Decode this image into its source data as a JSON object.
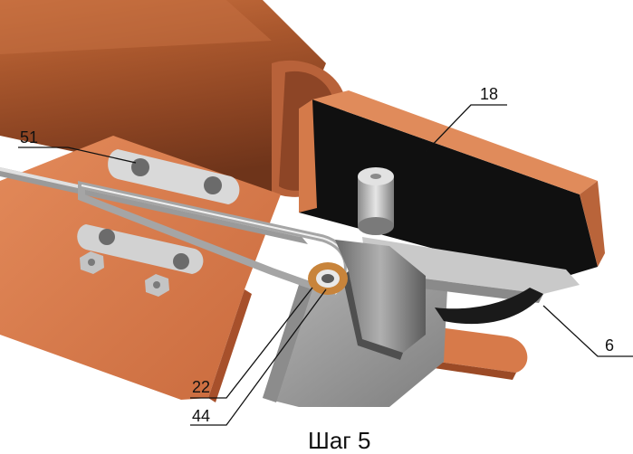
{
  "callouts": [
    {
      "label": "18"
    },
    {
      "label": "51"
    },
    {
      "label": "6"
    },
    {
      "label": "22"
    },
    {
      "label": "44"
    }
  ],
  "caption": "Шаг 5",
  "colors": {
    "copper": "#d9794c",
    "copper_dark": "#a7502b",
    "copper_shadow": "#7b3a1f",
    "black_plate": "#101010",
    "steel": "#b7b7b7",
    "steel_dark": "#6f6f6f",
    "steel_light": "#e9e9e9",
    "gray_block": "#9c9c9c",
    "gold_ring": "#c8843b"
  }
}
